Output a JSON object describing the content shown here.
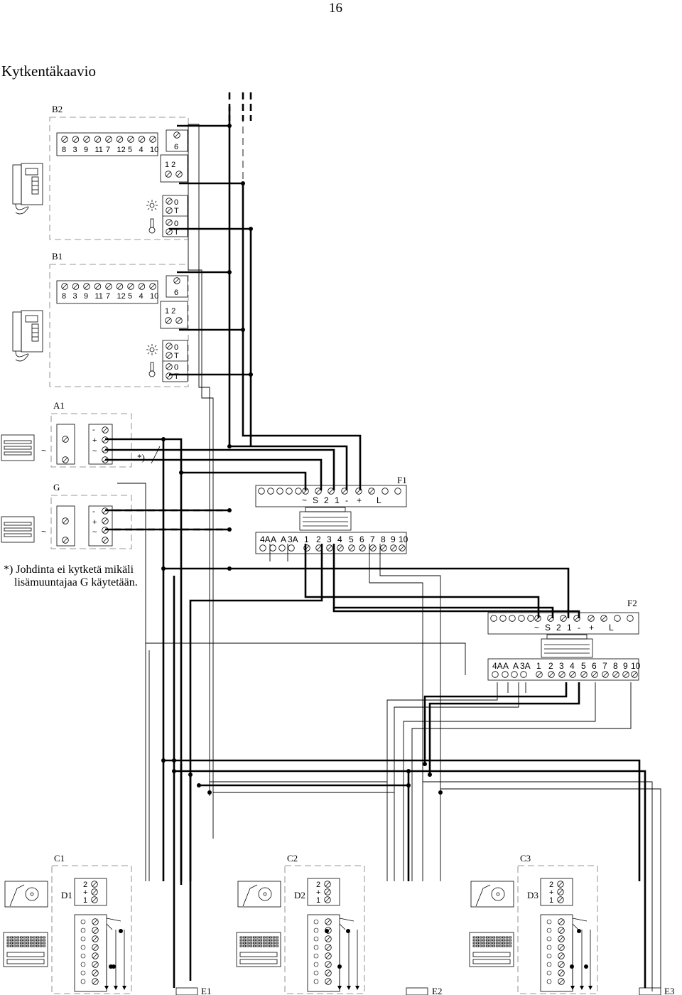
{
  "page": {
    "number": "16",
    "title": "Kytkentäkaavio"
  },
  "labels": {
    "b2": "B2",
    "b1": "B1",
    "a1": "A1",
    "g": "G",
    "f1": "F1",
    "f2": "F2",
    "c1": "C1",
    "c2": "C2",
    "c3": "C3",
    "d1": "D1",
    "d2": "D2",
    "d3": "D3",
    "e1": "E1",
    "e2": "E2",
    "e3": "E3",
    "note_mark": "*)"
  },
  "note": {
    "line1": "*) Johdinta ei kytketä mikäli",
    "line2": "lisämuuntajaa G käytetään."
  },
  "handset_terminals": {
    "main_row": [
      "8",
      "3",
      "9",
      "11",
      "7",
      "12",
      "5",
      "4",
      "10"
    ],
    "six": "6",
    "one_two": "1 2",
    "zero": "0",
    "t": "T"
  },
  "transformer_terminals": [
    "-",
    "+",
    "~"
  ],
  "tilde": "~",
  "switch_top": [
    "~",
    "S",
    "2",
    "1",
    "-",
    "+",
    "L"
  ],
  "switch_bottom": [
    "4A",
    "A",
    "A",
    "3A",
    "1",
    "2",
    "3",
    "4",
    "5",
    "6",
    "7",
    "8",
    "9",
    "10"
  ],
  "panel_terminals": [
    "2",
    "+",
    "1"
  ],
  "icons": [
    "handset-icon",
    "lamp-icon",
    "key-icon",
    "transformer-icon",
    "switch-module-icon",
    "speaker-icon",
    "keypad-icon",
    "lock-icon",
    "screw-terminal-icon"
  ]
}
